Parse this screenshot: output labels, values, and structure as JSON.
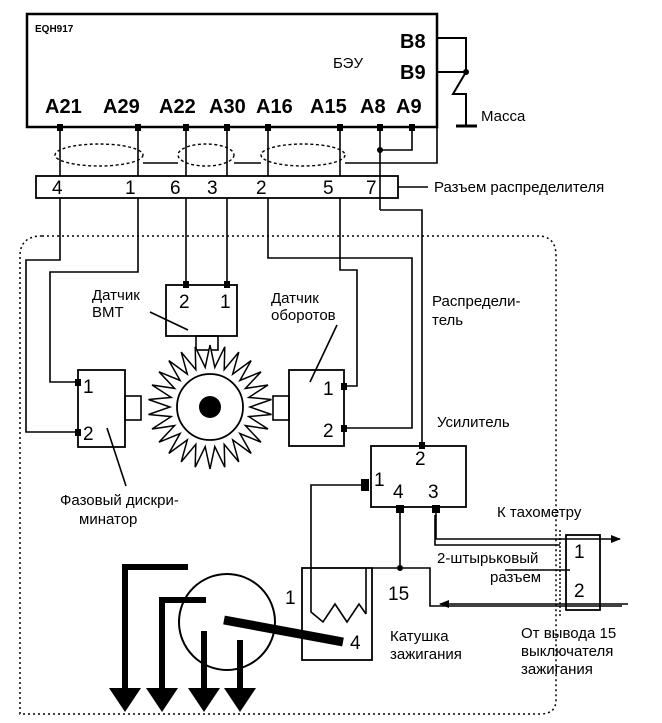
{
  "ecu": {
    "code": "EQH917",
    "name": "БЭУ",
    "right_pins": [
      "B8",
      "B9"
    ],
    "bottom_pins": [
      "A21",
      "A29",
      "A22",
      "A30",
      "A16",
      "A15",
      "A8",
      "A9"
    ]
  },
  "ground_label": "Масса",
  "distributor_connector": {
    "pins": [
      "4",
      "1",
      "6",
      "3",
      "2",
      "5",
      "7"
    ],
    "label": "Разъем распределителя"
  },
  "distributor_label": [
    "Распредели-",
    "тель"
  ],
  "tdc_sensor": {
    "label": [
      "Датчик",
      "ВМТ"
    ],
    "pins": [
      "2",
      "1"
    ]
  },
  "speed_sensor": {
    "label": [
      "Датчик",
      "оборотов"
    ],
    "pins": [
      "1",
      "2"
    ]
  },
  "phase_discriminator": {
    "label": [
      "Фазовый дискри-",
      "минатор"
    ],
    "pins": [
      "1",
      "2"
    ]
  },
  "amplifier": {
    "label": "Усилитель",
    "pins": [
      "2",
      "1",
      "4",
      "3"
    ]
  },
  "tachometer_label": "К тахометру",
  "two_pin_connector": {
    "label": [
      "2-штырьковый",
      "разъем"
    ],
    "pins": [
      "1",
      "2"
    ]
  },
  "ignition_switch_label": [
    "От вывода 15",
    "выключателя",
    "зажигания"
  ],
  "ignition_coil": {
    "label": [
      "Катушка",
      "зажигания"
    ],
    "pins": [
      "1",
      "15",
      "4"
    ]
  }
}
